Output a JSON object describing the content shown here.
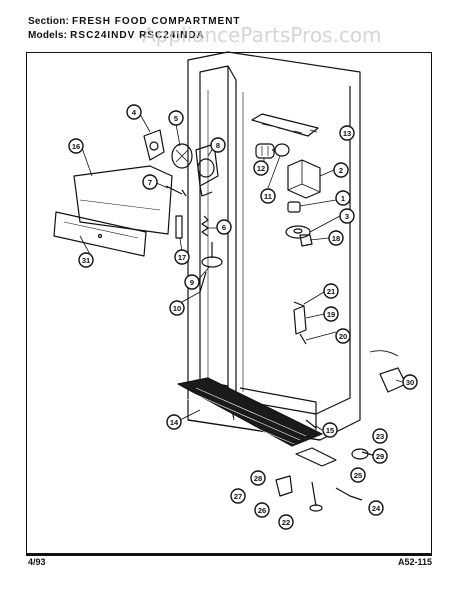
{
  "header": {
    "section_label": "Section:",
    "section_value": "FRESH FOOD COMPARTMENT",
    "model_label": "Models:",
    "model_value": "RSC24INDV  RSC24INDA"
  },
  "watermark": "AppliancePartsPros.com",
  "footer": {
    "date": "4/93",
    "code": "A52-115"
  },
  "callouts": [
    "4",
    "5",
    "6",
    "7",
    "8",
    "9",
    "10",
    "13",
    "12",
    "2",
    "11",
    "1",
    "3",
    "18",
    "16",
    "31",
    "17",
    "21",
    "19",
    "20",
    "30",
    "14",
    "15",
    "23",
    "29",
    "28",
    "25",
    "27",
    "26",
    "22",
    "24"
  ],
  "colors": {
    "ink": "#111111",
    "paper": "#ffffff",
    "watermark": "#c8c8c8"
  }
}
